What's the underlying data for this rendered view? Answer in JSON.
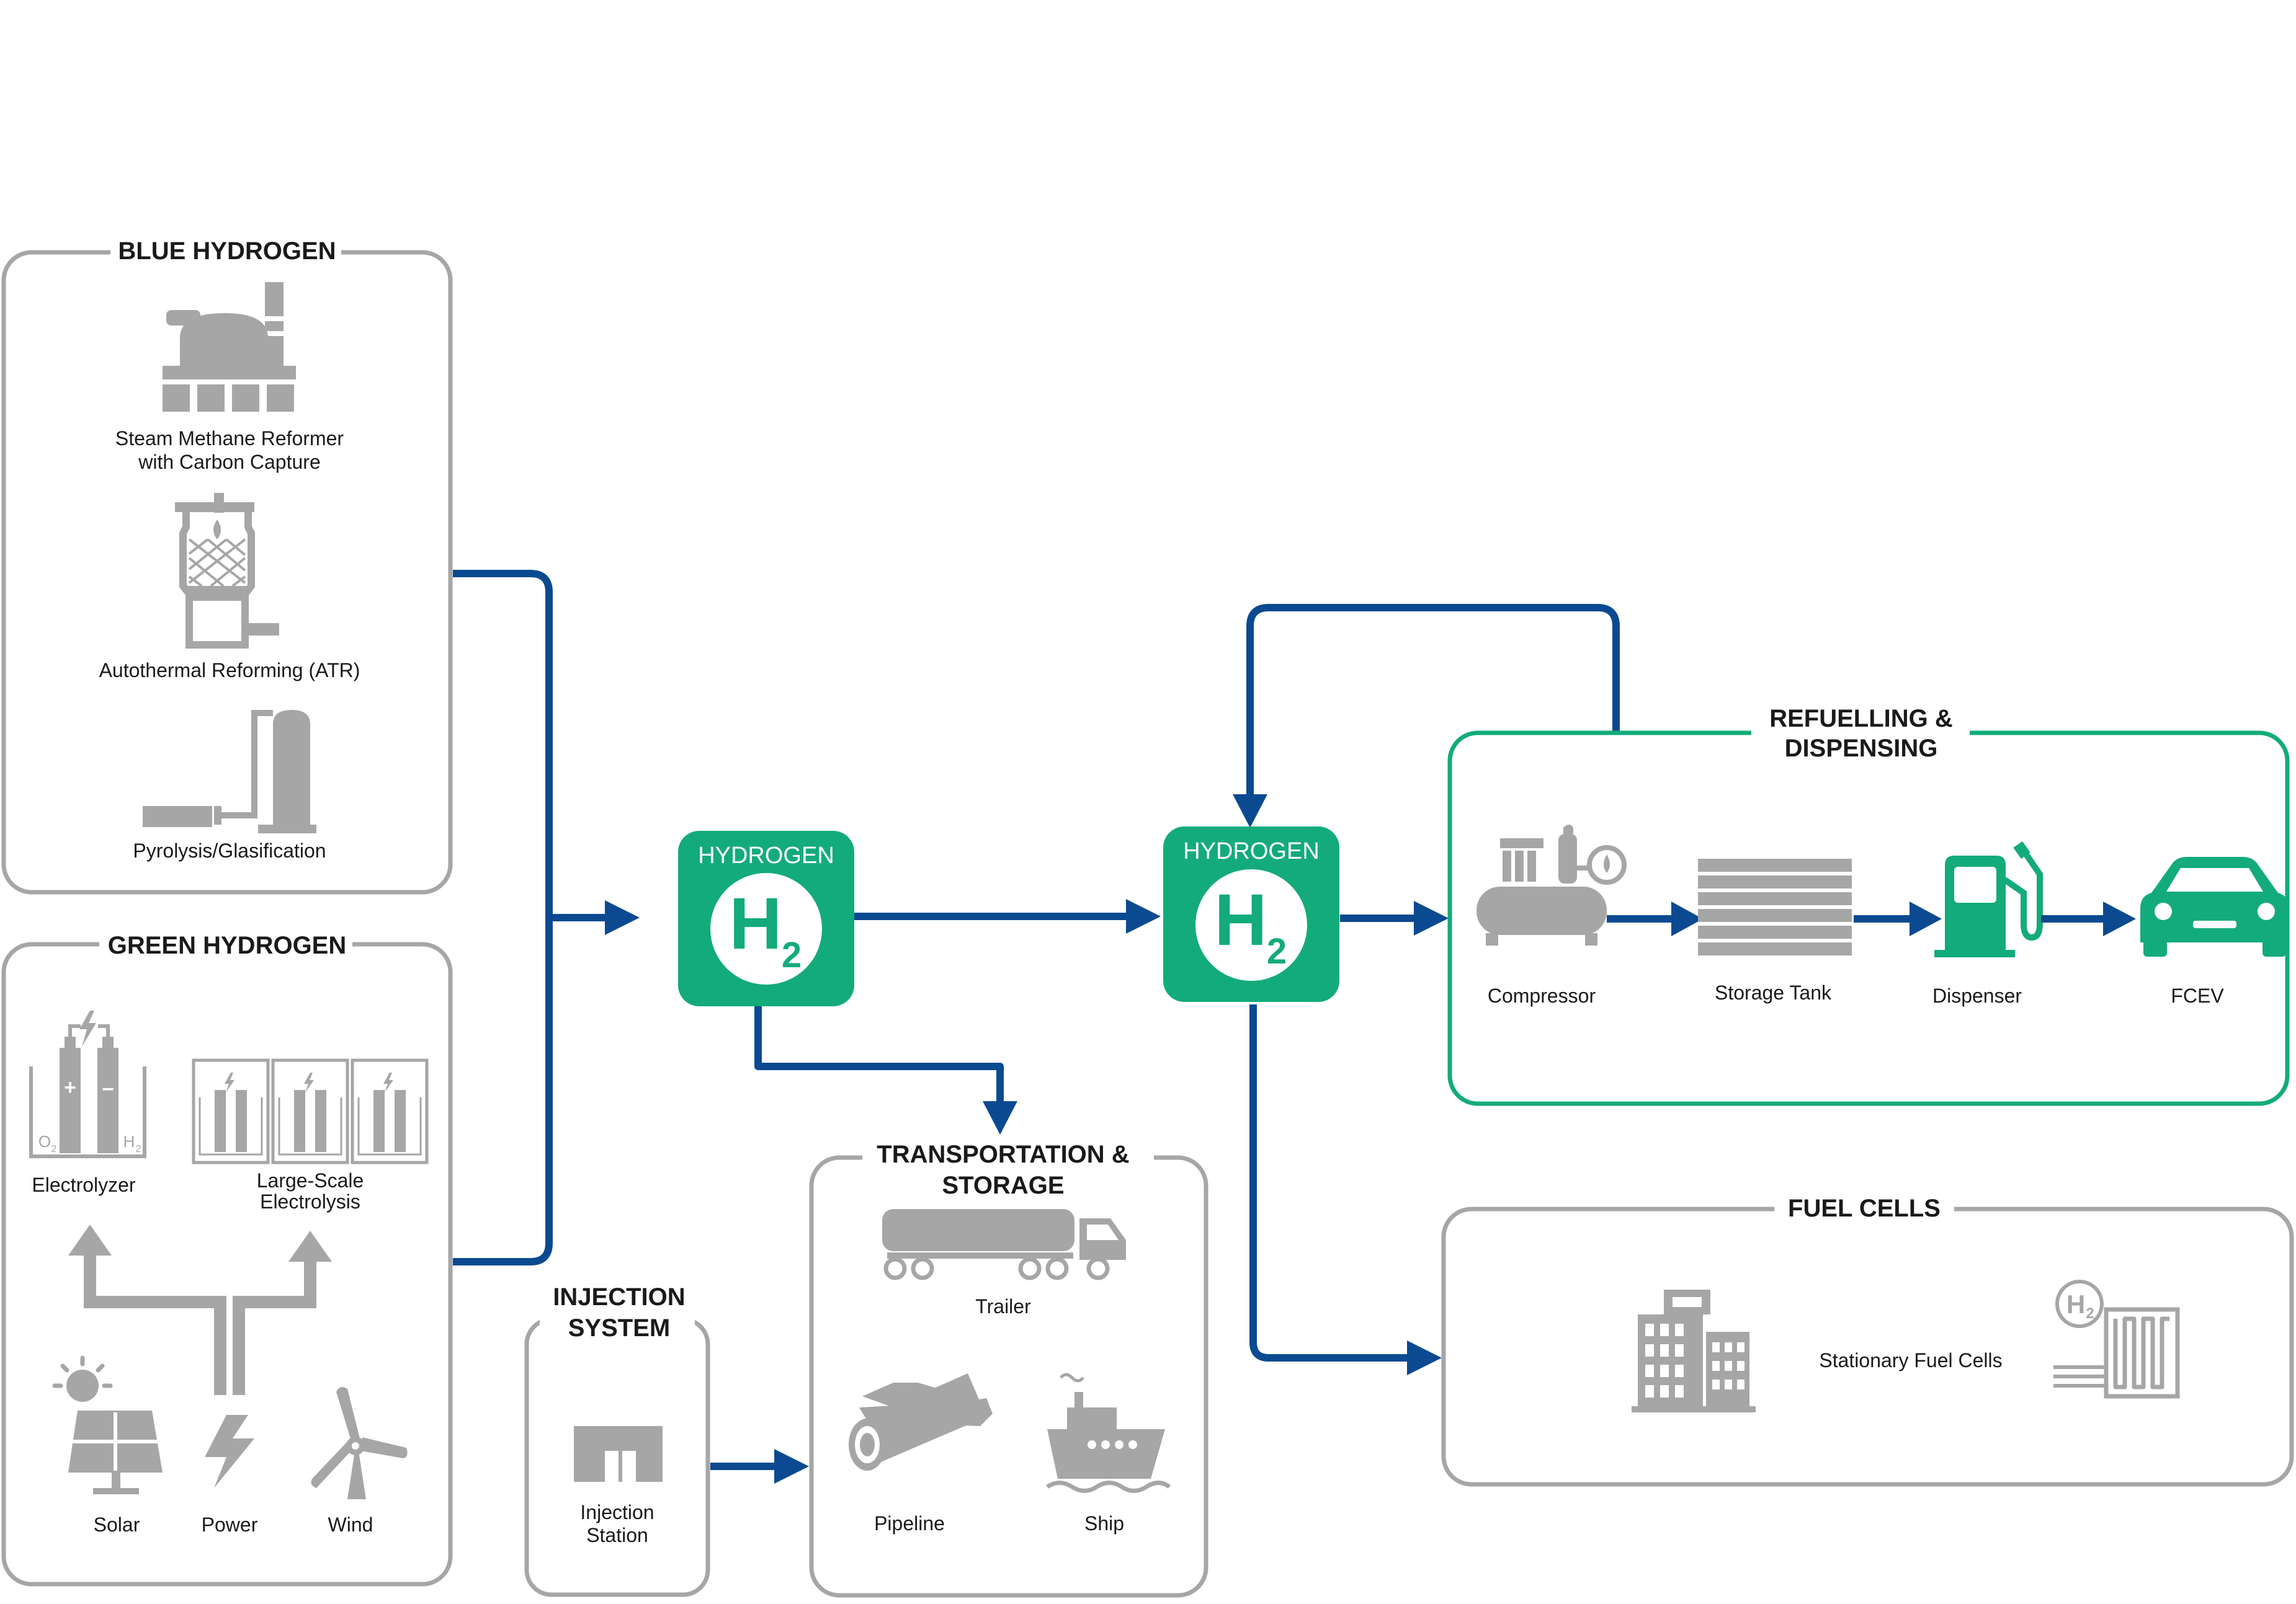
{
  "colors": {
    "flow_arrow": "#0b4a91",
    "hydrogen_green": "#13ab7b",
    "panel_gray": "#a6a6a6"
  },
  "blue_hydrogen": {
    "title": "BLUE HYDROGEN",
    "items": [
      {
        "label_line1": "Steam Methane Reformer",
        "label_line2": "with Carbon Capture",
        "icon": "steam-methane-reformer-icon"
      },
      {
        "label": "Autothermal Reforming (ATR)",
        "icon": "autothermal-reformer-icon"
      },
      {
        "label": "Pyrolysis/Glasification",
        "icon": "pyrolysis-icon"
      }
    ]
  },
  "green_hydrogen": {
    "title": "GREEN HYDROGEN",
    "electrolyzer": "Electrolyzer",
    "large_scale_line1": "Large-Scale",
    "large_scale_line2": "Electrolysis",
    "cell_plus": "+",
    "cell_minus": "−",
    "cell_o2": "O",
    "cell_h2": "H",
    "cell_sub": "2",
    "sources": [
      "Solar",
      "Power",
      "Wind"
    ]
  },
  "hydrogen_node": {
    "word": "HYDROGEN",
    "symbol": "H",
    "subscript": "2"
  },
  "injection_system": {
    "title_line1": "INJECTION",
    "title_line2": "SYSTEM",
    "station_line1": "Injection",
    "station_line2": "Station"
  },
  "transportation_storage": {
    "title_line1": "TRANSPORTATION &",
    "title_line2": "STORAGE",
    "trailer": "Trailer",
    "pipeline": "Pipeline",
    "ship": "Ship"
  },
  "refuelling_dispensing": {
    "title_line1": "REFUELLING &",
    "title_line2": "DISPENSING",
    "steps": [
      "Compressor",
      "Storage Tank",
      "Dispenser",
      "FCEV"
    ]
  },
  "fuel_cells": {
    "title": "FUEL CELLS",
    "label": "Stationary Fuel Cells",
    "badge": "H",
    "badge_sub": "2"
  }
}
